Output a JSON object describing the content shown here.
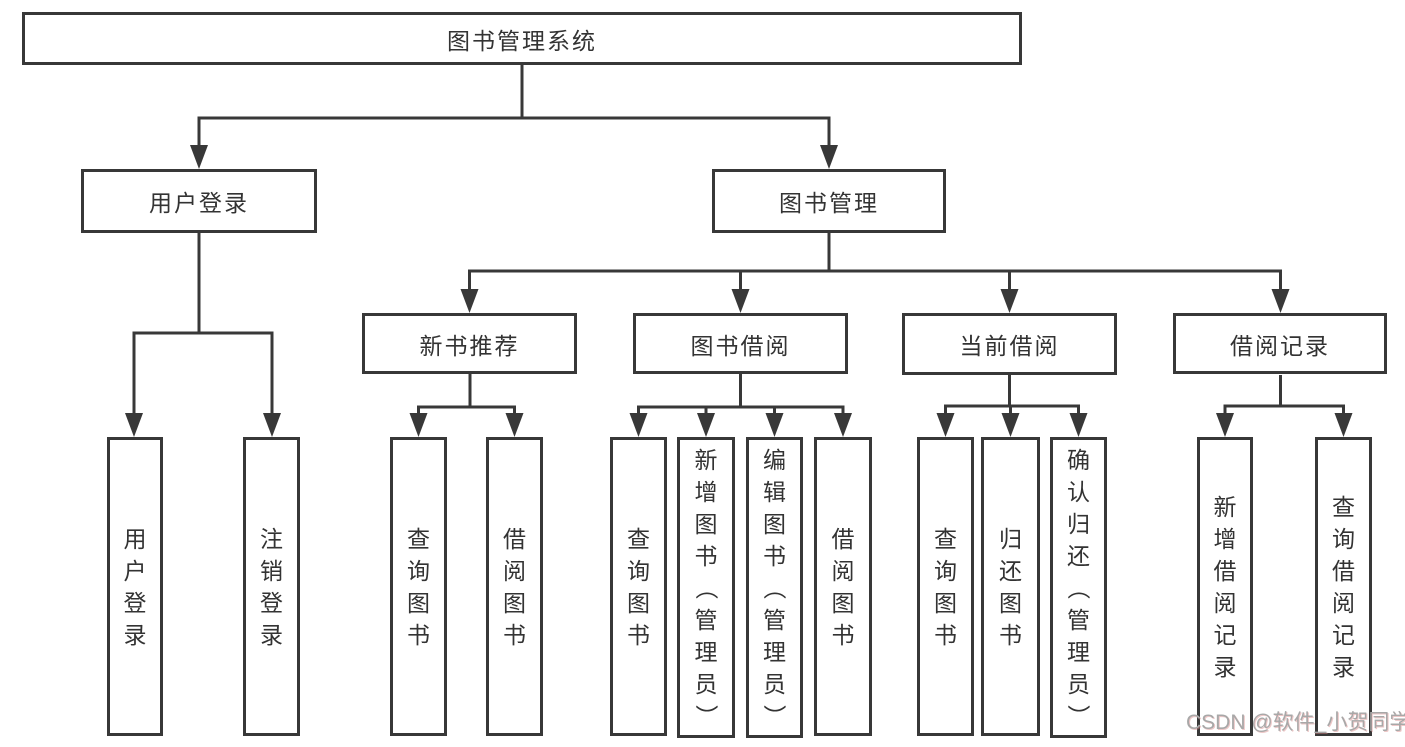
{
  "diagram_title": "图书管理系统",
  "tree": {
    "label": "图书管理系统",
    "children": [
      {
        "label": "用户登录",
        "children": [
          {
            "label": "用户登录"
          },
          {
            "label": "注销登录"
          }
        ]
      },
      {
        "label": "图书管理",
        "children": [
          {
            "label": "新书推荐",
            "children": [
              {
                "label": "查询图书"
              },
              {
                "label": "借阅图书"
              }
            ]
          },
          {
            "label": "图书借阅",
            "children": [
              {
                "label": "查询图书"
              },
              {
                "label": "新增图书（管理员）"
              },
              {
                "label": "编辑图书（管理员）"
              },
              {
                "label": "借阅图书"
              }
            ]
          },
          {
            "label": "当前借阅",
            "children": [
              {
                "label": "查询图书"
              },
              {
                "label": "归还图书"
              },
              {
                "label": "确认归还（管理员）"
              }
            ]
          },
          {
            "label": "借阅记录",
            "children": [
              {
                "label": "新增借阅记录"
              },
              {
                "label": "查询借阅记录"
              }
            ]
          }
        ]
      }
    ]
  },
  "watermark": {
    "text": "CSDN @软件_小贺同学"
  },
  "colors": {
    "line": "#383838",
    "box_border": "#383838",
    "text": "#333333",
    "background": "#ffffff",
    "watermark": "#a8a8a8"
  }
}
